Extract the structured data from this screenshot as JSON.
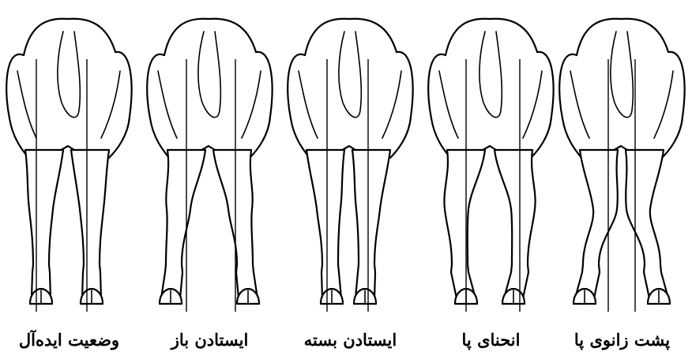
{
  "panels": [
    {
      "id": "ideal",
      "caption": "وضعیت ایده‌آل"
    },
    {
      "id": "wide-stance",
      "caption": "ایستادن باز"
    },
    {
      "id": "narrow-stance",
      "caption": "ایستادن بسته"
    },
    {
      "id": "bowed-legs",
      "caption": "انحنای پا"
    },
    {
      "id": "cow-hocked",
      "caption": "پشت زانوی پا"
    }
  ],
  "colors": {
    "ink": "#000000",
    "paper": "#ffffff"
  }
}
